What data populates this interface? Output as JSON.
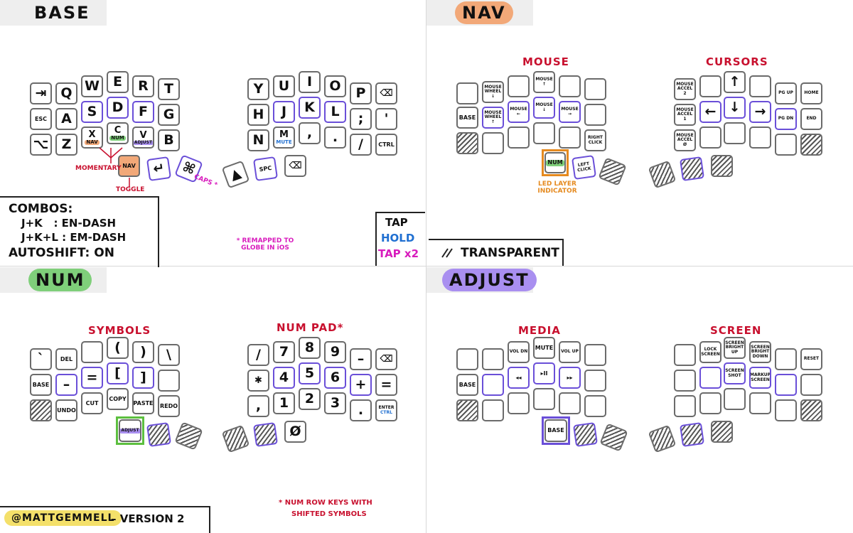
{
  "sections": {
    "base": {
      "label": "BASE"
    },
    "nav": {
      "label": "NAV",
      "color": "#f2a878",
      "mouse": "MOUSE",
      "cursors": "CURSORS"
    },
    "num": {
      "label": "NUM",
      "color": "#7fcf7a",
      "symbols": "SYMBOLS",
      "numpad": "NUM PAD"
    },
    "adjust": {
      "label": "ADJUST",
      "color": "#a98ff0",
      "media": "MEDIA",
      "screen": "SCREEN"
    }
  },
  "base_keys": {
    "tab": "⇥",
    "q": "Q",
    "w": "W",
    "e": "E",
    "r": "R",
    "t": "T",
    "esc": "ESC",
    "a": "A",
    "s": "S",
    "d": "D",
    "f": "F",
    "g": "G",
    "opt": "⌥",
    "z": "Z",
    "x": "X",
    "x_sub": "NAV",
    "c": "C",
    "c_sub": "NUM",
    "v": "V",
    "v_sub": "ADJUST",
    "b": "B",
    "nav": "NAV",
    "enter": "↵",
    "cmd": "⌘",
    "y": "Y",
    "u": "U",
    "i": "I",
    "o": "O",
    "p": "P",
    "bksp": "⌫",
    "h": "H",
    "j": "J",
    "k": "K",
    "l": "L",
    "semi": ";",
    "quote": "'",
    "n": "N",
    "m": "M",
    "m_sub": "MUTE",
    "comma": ",",
    "period": ".",
    "slash": "/",
    "ctrl": "CTRL",
    "shift": "▲",
    "spc": "SPC",
    "bksp2": "⌫"
  },
  "base_notes": {
    "momentary": "MOMENTARY",
    "toggle": "TOGGLE",
    "caps": "CAPS *",
    "combos": "COMBOS:",
    "combo1": "J+K   : EN-DASH",
    "combo2": "J+K+L : EM-DASH",
    "autoshift": "AUTOSHIFT: ON",
    "remapped": "* REMAPPED TO GLOBE IN iOS",
    "tap": "TAP",
    "hold": "HOLD",
    "tapx2": "TAP x2",
    "transparent": "TRANSPARENT"
  },
  "nav_keys": {
    "wheel_down": "MOUSE WHEEL ↓",
    "mouse_up": "MOUSE ↑",
    "base": "BASE",
    "wheel_up": "MOUSE WHEEL ↑",
    "mouse_left": "MOUSE ←",
    "mouse_down": "MOUSE ↓",
    "mouse_right": "MOUSE →",
    "right_click": "RIGHT CLICK",
    "num": "NUM",
    "left_click": "LEFT CLICK",
    "accel2": "MOUSE ACCEL 2",
    "up": "↑",
    "pgup": "PG UP",
    "home": "HOME",
    "accel1": "MOUSE ACCEL 1",
    "left": "←",
    "down": "↓",
    "right": "→",
    "pgdn": "PG DN",
    "end": "END",
    "accel0": "MOUSE ACCEL Ø",
    "led": "LED LAYER INDICATOR"
  },
  "num_keys": {
    "grave": "`",
    "del": "DEL",
    "lparen": "(",
    "rparen": ")",
    "backslash": "\\",
    "base": "BASE",
    "minus": "–",
    "equals": "=",
    "lbracket": "[",
    "rbracket": "]",
    "undo": "UNDO",
    "cut": "CUT",
    "copy": "COPY",
    "paste": "PASTE",
    "redo": "REDO",
    "adjust": "ADJUST",
    "slash": "/",
    "n7": "7",
    "n8": "8",
    "n9": "9",
    "minus2": "–",
    "bksp": "⌫",
    "star": "✱",
    "n4": "4",
    "n5": "5",
    "n6": "6",
    "plus": "+",
    "equals2": "=",
    "comma": ",",
    "n1": "1",
    "n2": "2",
    "n3": "3",
    "period": ".",
    "enter": "ENTER",
    "ctrl": "CTRL",
    "zero": "Ø",
    "numrow_note_1": "* NUM ROW KEYS WITH",
    "numrow_note_2": "SHIFTED SYMBOLS"
  },
  "adjust_keys": {
    "vol_dn": "VOL DN",
    "mute": "MUTE",
    "vol_up": "VOL UP",
    "base": "BASE",
    "prev": "◂◂",
    "play": "▸II",
    "next": "▸▸",
    "base_thumb": "BASE",
    "lock": "LOCK SCREEN",
    "bright_up": "SCREEN BRIGHT UP",
    "bright_down": "SCREEN BRIGHT DOWN",
    "reset": "RESET",
    "screenshot": "SCREEN SHOT",
    "markup": "MARKUP SCREEN"
  },
  "footer": {
    "handle": "@MATTGEMMELL",
    "version": "– VERSION 2"
  },
  "colors": {
    "red": "#c8102e",
    "blue": "#1f6fd1",
    "magenta": "#d81bbd",
    "purple": "#6a4fd8",
    "orange": "#e58a1f",
    "green": "#7fcf7a"
  }
}
